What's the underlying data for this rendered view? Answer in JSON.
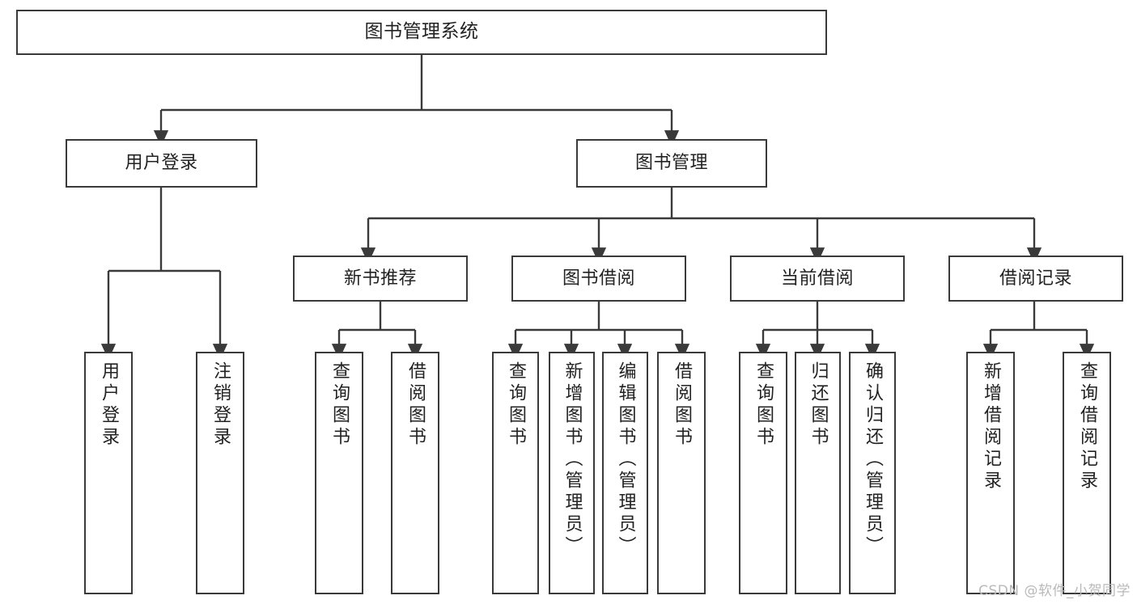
{
  "diagram": {
    "title": "图书管理系统",
    "type": "tree",
    "orientation": "top-down",
    "colors": {
      "background": "#ffffff",
      "stroke": "#3a3a3a",
      "node_fill": "#ffffff",
      "text": "#222222",
      "watermark": "#b9b9b9"
    }
  },
  "watermark": {
    "text": "CSDN @软件_小贺同学"
  },
  "nodes": {
    "root": {
      "label": "图书管理系统"
    },
    "level1": [
      {
        "id": "user-login",
        "label": "用户登录"
      },
      {
        "id": "book-manage",
        "label": "图书管理"
      }
    ],
    "level2": [
      {
        "id": "new-book-recommend",
        "label": "新书推荐"
      },
      {
        "id": "book-borrow",
        "label": "图书借阅"
      },
      {
        "id": "current-borrow",
        "label": "当前借阅"
      },
      {
        "id": "borrow-record",
        "label": "借阅记录"
      }
    ],
    "leaves": {
      "user_login": [
        {
          "id": "leaf-user-login",
          "label": "用户登录"
        },
        {
          "id": "leaf-logout-login",
          "label": "注销登录"
        }
      ],
      "new_book_recommend": [
        {
          "id": "leaf-query-book-1",
          "label": "查询图书"
        },
        {
          "id": "leaf-borrow-book-1",
          "label": "借阅图书"
        }
      ],
      "book_borrow": [
        {
          "id": "leaf-query-book-2",
          "label": "查询图书"
        },
        {
          "id": "leaf-add-book",
          "label": "新增图书（管理员）"
        },
        {
          "id": "leaf-edit-book",
          "label": "编辑图书（管理员）"
        },
        {
          "id": "leaf-borrow-book-2",
          "label": "借阅图书"
        }
      ],
      "current_borrow": [
        {
          "id": "leaf-query-book-3",
          "label": "查询图书"
        },
        {
          "id": "leaf-return-book",
          "label": "归还图书"
        },
        {
          "id": "leaf-confirm-return",
          "label": "确认归还（管理员）"
        }
      ],
      "borrow_record": [
        {
          "id": "leaf-add-record",
          "label": "新增借阅记录"
        },
        {
          "id": "leaf-query-record",
          "label": "查询借阅记录"
        }
      ]
    }
  }
}
